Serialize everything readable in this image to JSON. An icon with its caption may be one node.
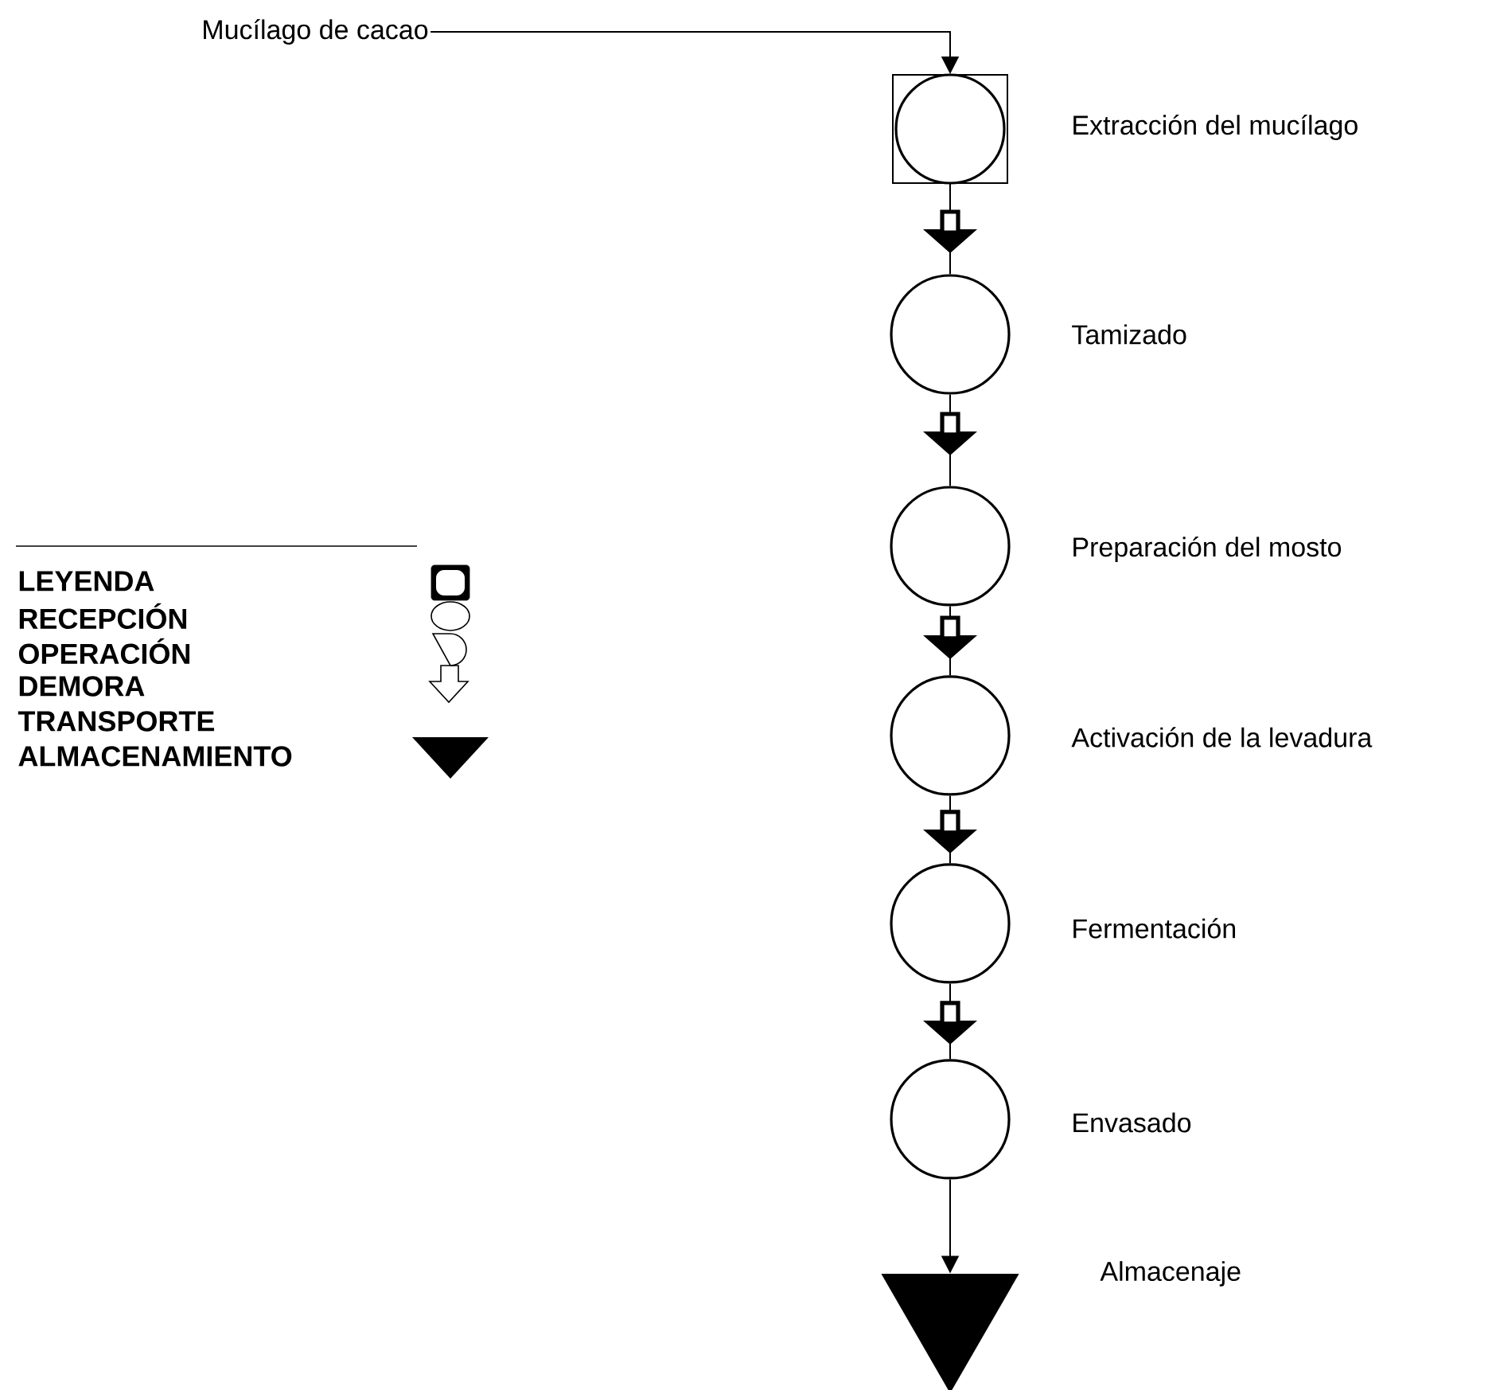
{
  "diagram": {
    "nodes": [
      {
        "text": [
          "Mucílago de cacao"
        ]
      },
      {
        "text": [],
        "shape": "box",
        "beside": [
          "Extracción del mucílago"
        ]
      },
      {
        "text": [],
        "shape": "circle",
        "beside": [
          "Tamizado"
        ]
      },
      {
        "text": [],
        "shape": "circle",
        "beside": [
          "Preparación del mosto"
        ]
      },
      {
        "text": [],
        "shape": "circle",
        "beside": [
          "Activación de la levadura"
        ]
      },
      {
        "text": [],
        "shape": "circle",
        "beside": [
          "Fermentación"
        ]
      },
      {
        "text": [],
        "shape": "circle",
        "beside": [
          "Envasado"
        ]
      },
      {
        "text": [],
        "shape": "triangle",
        "beside": [
          "Almacenaje"
        ]
      }
    ],
    "edges": [
      {
        "from": 0,
        "to": 1,
        "arrow": "to"
      },
      {
        "from": 1,
        "to": 2,
        "arrow": "to"
      },
      {
        "from": 2,
        "to": 3,
        "arrow": "to"
      },
      {
        "from": 3,
        "to": 4,
        "arrow": "to"
      },
      {
        "from": 4,
        "to": 5,
        "arrow": "to"
      },
      {
        "from": 5,
        "to": 6,
        "arrow": "to"
      },
      {
        "from": 6,
        "to": 7,
        "arrow": "to"
      }
    ],
    "labels": [
      "LEYENDA"
    ],
    "legend": [
      {
        "text": "RECEPCIÓN"
      },
      {
        "text": "OPERACIÓN"
      },
      {
        "text": "DEMORA"
      },
      {
        "text": "TRANSPORTE"
      },
      {
        "text": "ALMACENAMIENTO"
      }
    ]
  }
}
